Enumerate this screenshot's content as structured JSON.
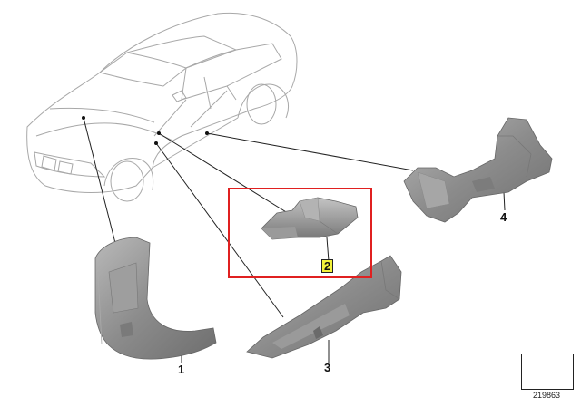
{
  "callouts": [
    {
      "id": "1",
      "label": "1"
    },
    {
      "id": "2",
      "label": "2"
    },
    {
      "id": "3",
      "label": "3"
    },
    {
      "id": "4",
      "label": "4"
    }
  ],
  "highlighted_callout": "2",
  "reference_code": "219863",
  "colors": {
    "highlight_box": "#e02020",
    "callout_highlight": "#f2f23a",
    "part_fill": "#8a8a8a",
    "outline": "#9a9a9a"
  },
  "icons": {
    "reference_badge": "exploded-view-symbol-icon"
  }
}
